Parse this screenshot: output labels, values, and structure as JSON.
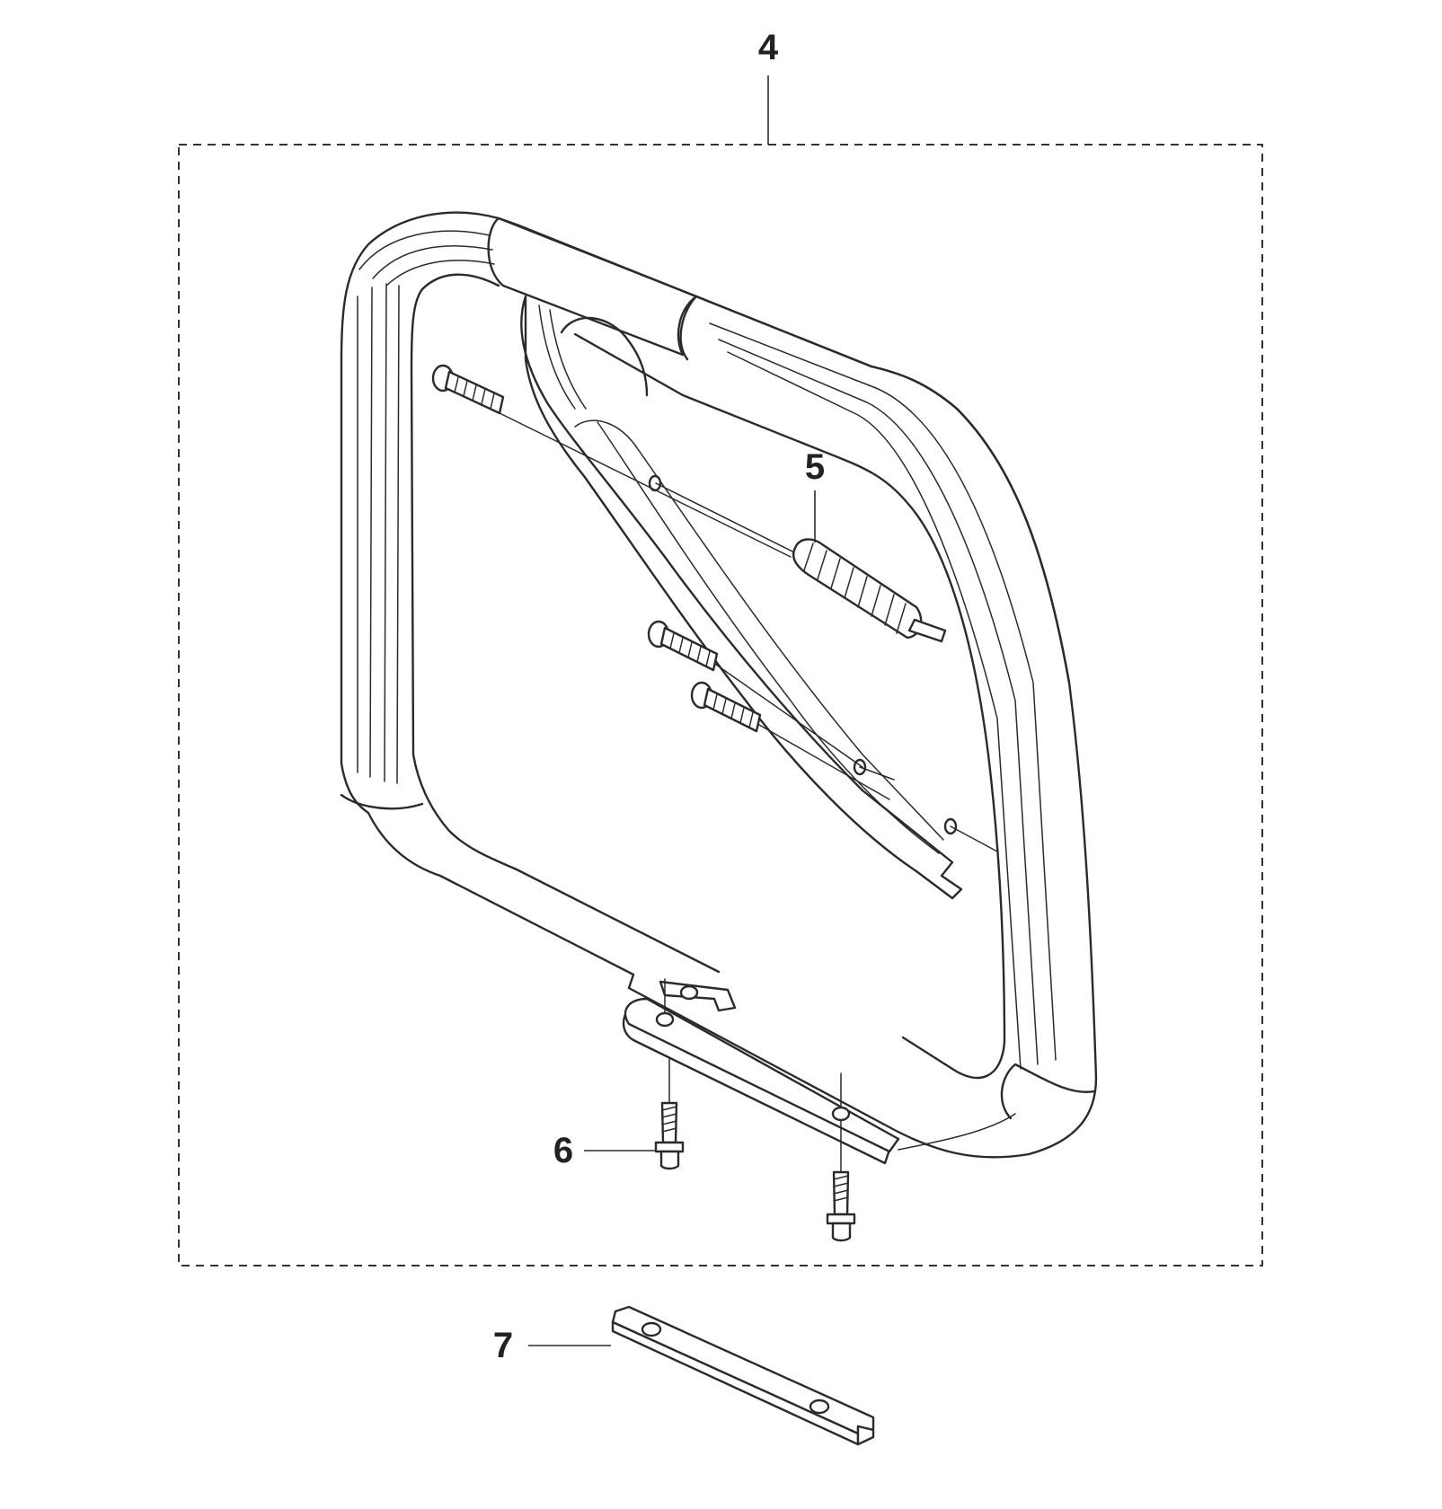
{
  "callouts": {
    "assembly": "4",
    "damper": "5",
    "screw": "6",
    "bracket": "7"
  },
  "colors": {
    "line": "#2b2b2b",
    "background": "#ffffff"
  }
}
